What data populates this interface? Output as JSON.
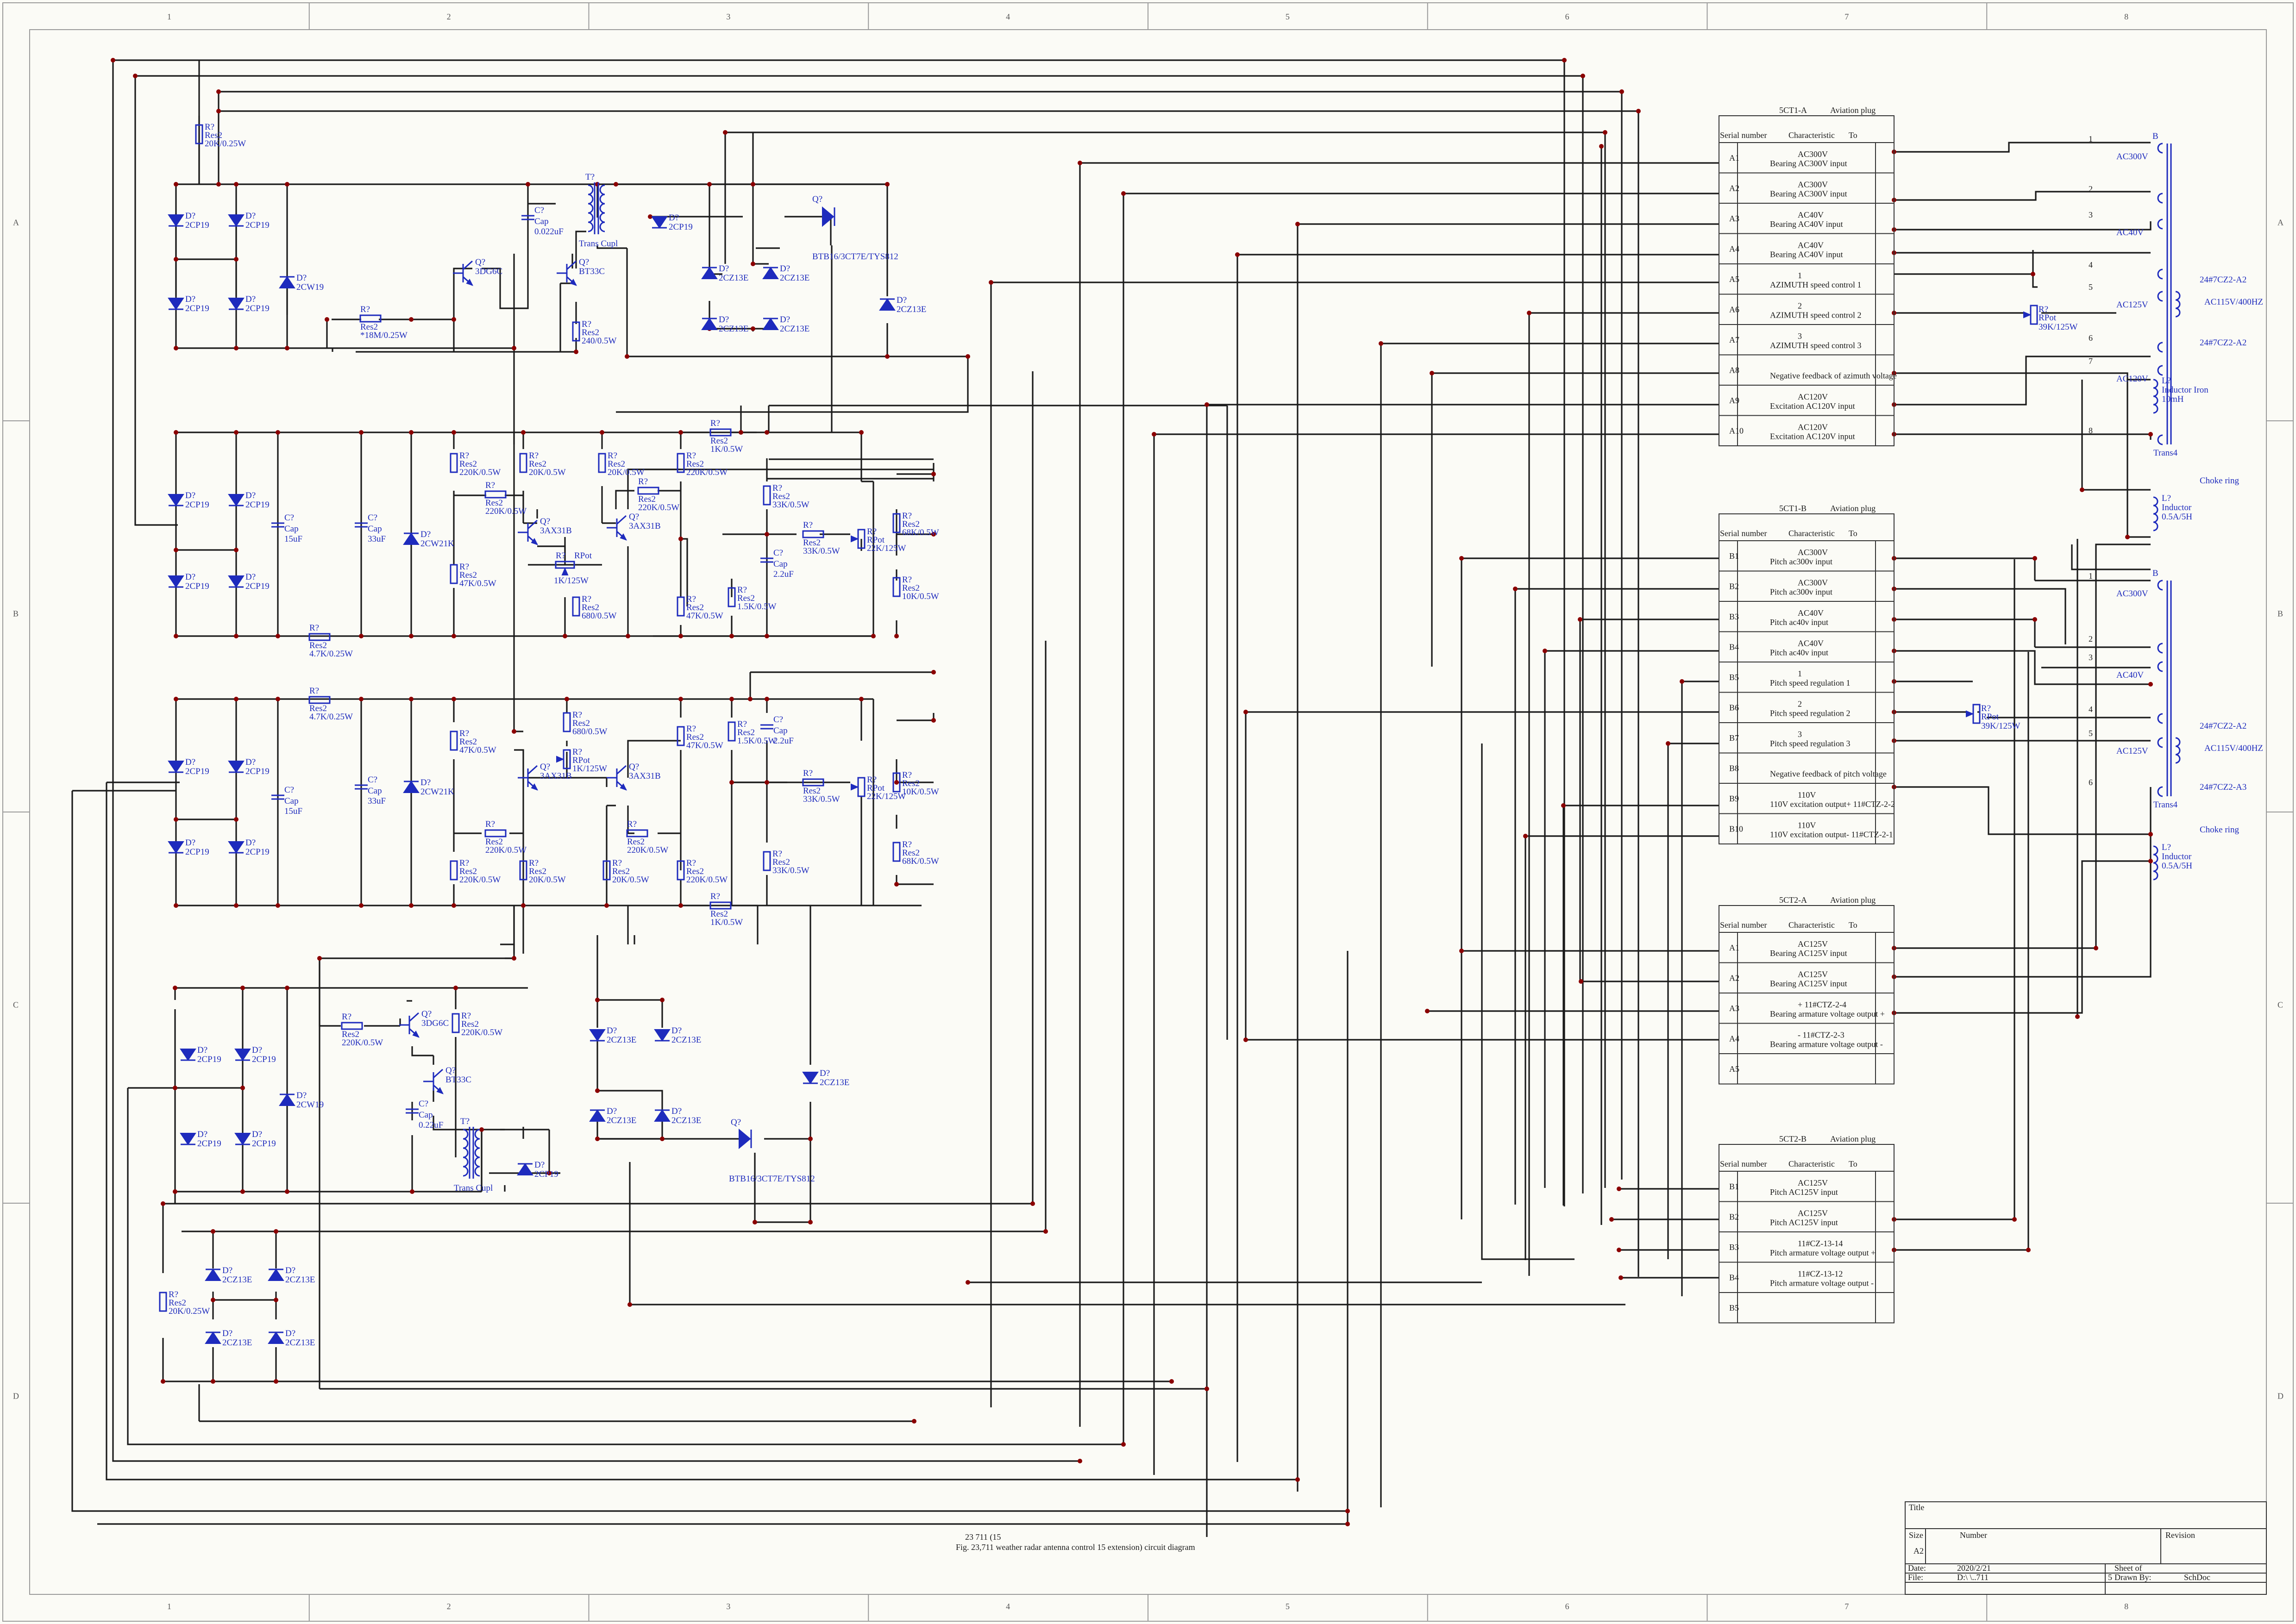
{
  "zones": {
    "cols": [
      "1",
      "2",
      "3",
      "4",
      "5",
      "6",
      "7",
      "8"
    ],
    "rows": [
      "A",
      "B",
      "C",
      "D"
    ]
  },
  "caption": {
    "line1": "23   711                                                (15",
    "line2": "Fig. 23,711 weather radar antenna control 15 extension) circuit diagram"
  },
  "title_block": {
    "title_label": "Title",
    "size_label": "Size",
    "size": "A2",
    "number_label": "Number",
    "revision_label": "Revision",
    "date_label": "Date:",
    "date": "2020/2/21",
    "sheet_label": "Sheet   of",
    "file_label": "File:",
    "file": "D:\\    \\..711",
    "drawn_label": "Drawn By:",
    "sch": "SchDoc",
    "sheet_mark": "5"
  },
  "connectors": [
    {
      "name": "5CT1-A",
      "plug": "Aviation plug",
      "h1": "Serial number",
      "h2": "Characteristic",
      "h3": "To",
      "rows": [
        {
          "pin": "A1",
          "l1": "AC300V",
          "l2": "Bearing AC300V input"
        },
        {
          "pin": "A2",
          "l1": "AC300V",
          "l2": "Bearing AC300V input"
        },
        {
          "pin": "A3",
          "l1": "AC40V",
          "l2": "Bearing AC40V input"
        },
        {
          "pin": "A4",
          "l1": "AC40V",
          "l2": "Bearing AC40V input"
        },
        {
          "pin": "A5",
          "l1": "1",
          "l2": "AZIMUTH speed control 1"
        },
        {
          "pin": "A6",
          "l1": "2",
          "l2": "AZIMUTH speed control 2"
        },
        {
          "pin": "A7",
          "l1": "3",
          "l2": "AZIMUTH speed control 3"
        },
        {
          "pin": "A8",
          "l1": "",
          "l2": "Negative feedback of azimuth voltage"
        },
        {
          "pin": "A9",
          "l1": "AC120V",
          "l2": "Excitation AC120V input"
        },
        {
          "pin": "A10",
          "l1": "AC120V",
          "l2": "Excitation AC120V input"
        }
      ]
    },
    {
      "name": "5CT1-B",
      "plug": "Aviation plug",
      "h1": "Serial number",
      "h2": "Characteristic",
      "h3": "To",
      "rows": [
        {
          "pin": "B1",
          "l1": "AC300V",
          "l2": "Pitch ac300v input"
        },
        {
          "pin": "B2",
          "l1": "AC300V",
          "l2": "Pitch ac300v input"
        },
        {
          "pin": "B3",
          "l1": "AC40V",
          "l2": "Pitch ac40v input"
        },
        {
          "pin": "B4",
          "l1": "AC40V",
          "l2": "Pitch ac40v input"
        },
        {
          "pin": "B5",
          "l1": "1",
          "l2": "Pitch speed regulation 1"
        },
        {
          "pin": "B6",
          "l1": "2",
          "l2": "Pitch speed regulation 2"
        },
        {
          "pin": "B7",
          "l1": "3",
          "l2": "Pitch speed regulation 3"
        },
        {
          "pin": "B8",
          "l1": "",
          "l2": "Negative feedback of pitch voltage"
        },
        {
          "pin": "B9",
          "l1": "110V",
          "l2": "110V excitation output+  11#CTZ-2-2"
        },
        {
          "pin": "B10",
          "l1": "110V",
          "l2": "110V excitation output-  11#CTZ-2-1"
        }
      ]
    },
    {
      "name": "5CT2-A",
      "plug": "Aviation plug",
      "h1": "Serial number",
      "h2": "Characteristic",
      "h3": "To",
      "rows": [
        {
          "pin": "A1",
          "l1": "AC125V",
          "l2": "Bearing AC125V input"
        },
        {
          "pin": "A2",
          "l1": "AC125V",
          "l2": "Bearing AC125V input"
        },
        {
          "pin": "A3",
          "l1": "+   11#CTZ-2-4",
          "l2": "Bearing armature voltage output +"
        },
        {
          "pin": "A4",
          "l1": "-   11#CTZ-2-3",
          "l2": "Bearing armature voltage output -"
        },
        {
          "pin": "A5",
          "l1": "",
          "l2": ""
        }
      ]
    },
    {
      "name": "5CT2-B",
      "plug": "Aviation plug",
      "h1": "Serial number",
      "h2": "Characteristic",
      "h3": "To",
      "rows": [
        {
          "pin": "B1",
          "l1": "AC125V",
          "l2": "Pitch AC125V input"
        },
        {
          "pin": "B2",
          "l1": "AC125V",
          "l2": "Pitch AC125V input"
        },
        {
          "pin": "B3",
          "l1": "11#CZ-13-14",
          "l2": "Pitch armature voltage output +"
        },
        {
          "pin": "B4",
          "l1": "11#CZ-13-12",
          "l2": "Pitch armature voltage output -"
        },
        {
          "pin": "B5",
          "l1": "",
          "l2": ""
        }
      ]
    }
  ],
  "transformers": [
    {
      "label": "B",
      "taps": [
        "1",
        "2",
        "3",
        "4",
        "5",
        "6",
        "7",
        "8"
      ],
      "windings": [
        "AC300V",
        "AC40V",
        "AC125V",
        "AC120V"
      ],
      "right": [
        "24#7CZ2-A2",
        "AC115V/400HZ",
        "24#7CZ2-A2"
      ],
      "name": "Trans4"
    },
    {
      "label": "B",
      "taps": [
        "1",
        "2",
        "3",
        "4",
        "5",
        "6"
      ],
      "windings": [
        "AC300V",
        "AC40V",
        "AC125V"
      ],
      "right": [
        "24#7CZ2-A2",
        "AC115V/400HZ",
        "24#7CZ2-A3"
      ],
      "name": "Trans4"
    }
  ],
  "inductors": [
    {
      "ref": "L?",
      "name": "Inductor Iron",
      "val": "10mH"
    },
    {
      "ref": "L?",
      "name": "Inductor",
      "val": "0.5A/5H",
      "title": "Choke ring"
    },
    {
      "ref": "L?",
      "name": "Inductor",
      "val": "0.5A/5H",
      "title": "Choke ring"
    }
  ],
  "rpot_right": [
    {
      "ref": "R?",
      "name": "RPot",
      "val": "39K/125W"
    },
    {
      "ref": "R?",
      "name": "RPot",
      "val": "39K/125W"
    }
  ],
  "parts": {
    "d_ref": "D?",
    "r_ref": "R?",
    "q_ref": "Q?",
    "c_ref": "C?",
    "t_ref": "T?",
    "res": "Res2",
    "cap": "Cap",
    "rpot": "RPot",
    "trans": "Trans Cupl",
    "p2CP19": "2CP19",
    "p2CW19": "2CW19",
    "p2CZ13E": "2CZ13E",
    "p2CW21K": "2CW21K",
    "p3DG6C": "3DG6C",
    "pBT33C": "BT33C",
    "p3AX31B": "3AX31B",
    "btb": "BTB16/3CT7E/TYS812",
    "v20K025": "20K/0.25W",
    "v18M": "*18M/0.25W",
    "v240": "240/0.5W",
    "v0022": "0.022uF",
    "v15uF": "15uF",
    "v33uF": "33uF",
    "v220K": "220K/0.5W",
    "v20K05": "20K/0.5W",
    "v47K": "47K/0.5W",
    "v1K125": "1K/125W",
    "v680": "680/0.5W",
    "v1K": "1K/0.5W",
    "v33K": "33K/0.5W",
    "v22uF": "2.2uF",
    "v15K": "1.5K/0.5W",
    "v68K": "68K/0.5W",
    "v10K": "10K/0.5W",
    "v22K125": "22K/125W",
    "v47K025": "4.7K/0.25W",
    "v022uF": "0.22uF",
    "v220K05": "220K/0.5W"
  },
  "chart_data": null
}
